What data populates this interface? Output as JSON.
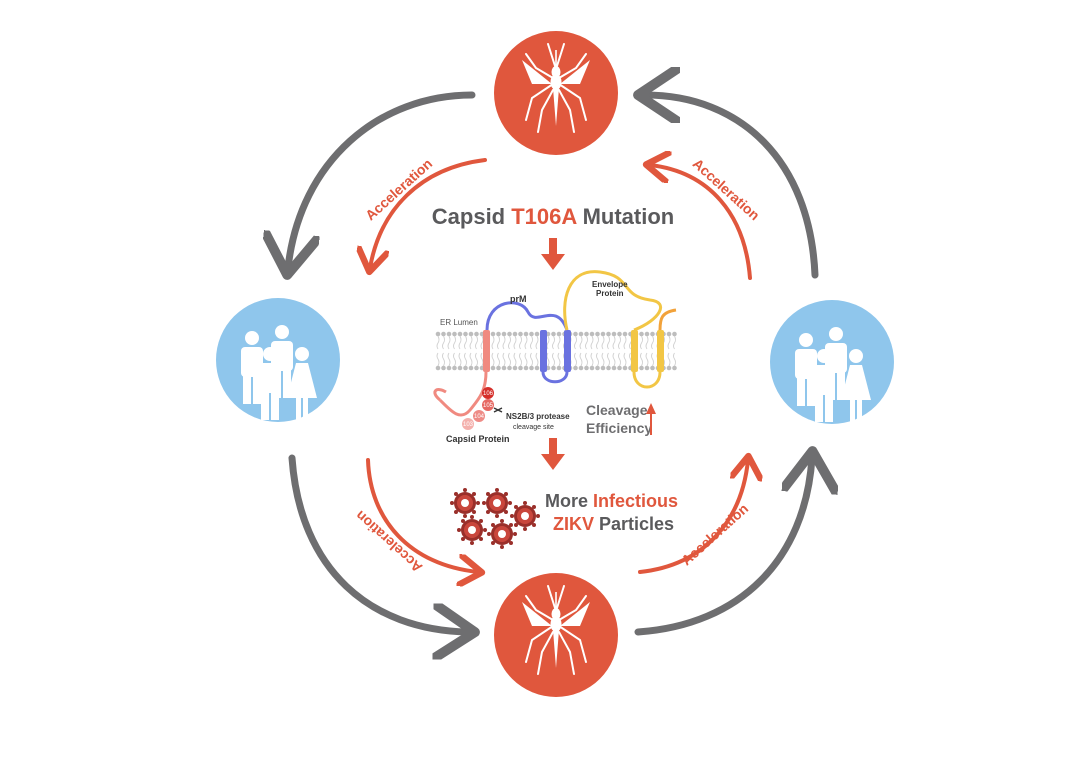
{
  "title": {
    "part1": "Capsid ",
    "highlight": "T106A",
    "part2": " Mutation"
  },
  "acceleration_labels": [
    "Acceleration",
    "Acceleration",
    "Acceleration",
    "Acceleration"
  ],
  "membrane": {
    "er_lumen": "ER Lumen",
    "prm": "prM",
    "envelope_line1": "Envelope",
    "envelope_line2": "Protein",
    "capsid_protein": "Capsid Protein",
    "protease_line1": "NS2B/3 protease",
    "protease_line2": "cleavage site",
    "residue_a": "106",
    "residue_b": "105",
    "residue_c": "104",
    "residue_d": "103"
  },
  "cleavage": {
    "line1": "Cleavage",
    "line2": "Efficiency"
  },
  "result": {
    "more": "More ",
    "infectious": "Infectious",
    "zikv": "ZIKV",
    "particles": " Particles"
  },
  "colors": {
    "accent": "#E0573D",
    "grey_arrow": "#6E6E70",
    "human_circle": "#8FC6EC",
    "prm": "#6A72E0",
    "envelope": "#F2C645",
    "capsid": "#F08A80",
    "text_dark": "#5A5A5C"
  },
  "icons": {
    "mosquito": "mosquito-icon",
    "people": "people-group-icon",
    "virus": "virus-particle-icon"
  }
}
